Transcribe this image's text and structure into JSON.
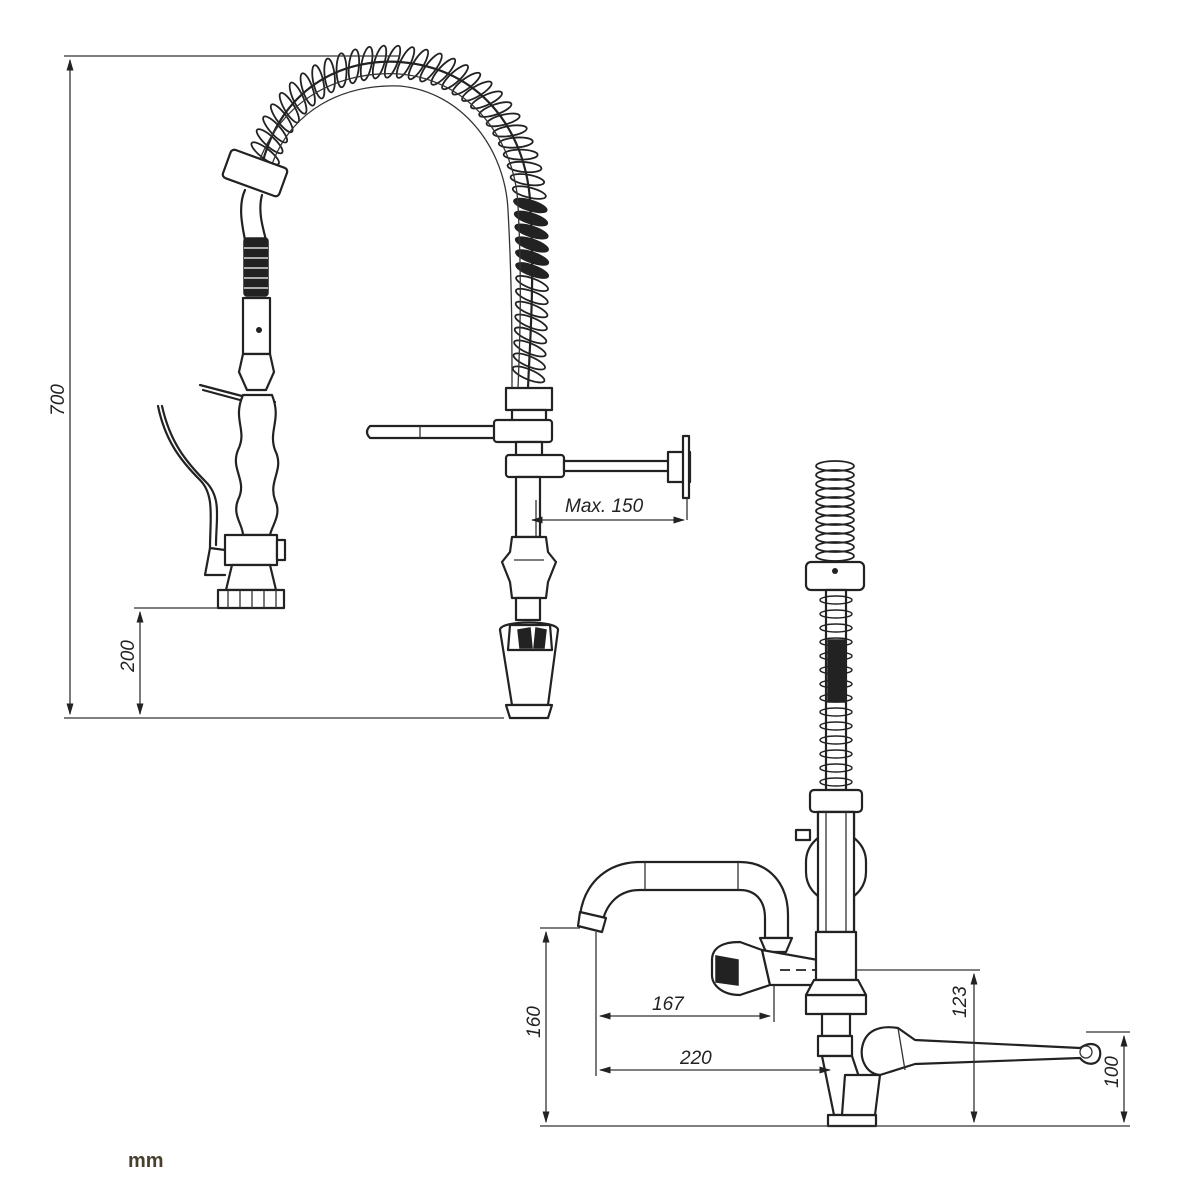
{
  "drawing": {
    "unit_label": "mm",
    "dimensions": {
      "total_height": "700",
      "shower_height": "200",
      "wall_arm_reach": "Max. 150",
      "spout_height": "160",
      "spout_reach_short": "167",
      "spout_reach_long": "220",
      "valve_height": "123",
      "lever_height": "100"
    }
  }
}
